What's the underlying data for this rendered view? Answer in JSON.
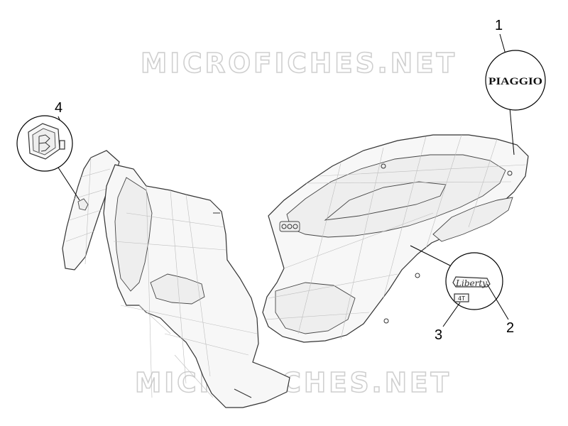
{
  "watermarks": [
    "MICROFICHES.NET",
    "MICROFICHES.NET"
  ],
  "callouts": [
    {
      "number": "1"
    },
    {
      "number": "2"
    },
    {
      "number": "3"
    },
    {
      "number": "4"
    }
  ],
  "labels": {
    "brand": "PIAGGIO",
    "model": "Liberty",
    "model_version": "4T"
  },
  "icons": {
    "badge": "piaggio-shield-logo-icon"
  }
}
